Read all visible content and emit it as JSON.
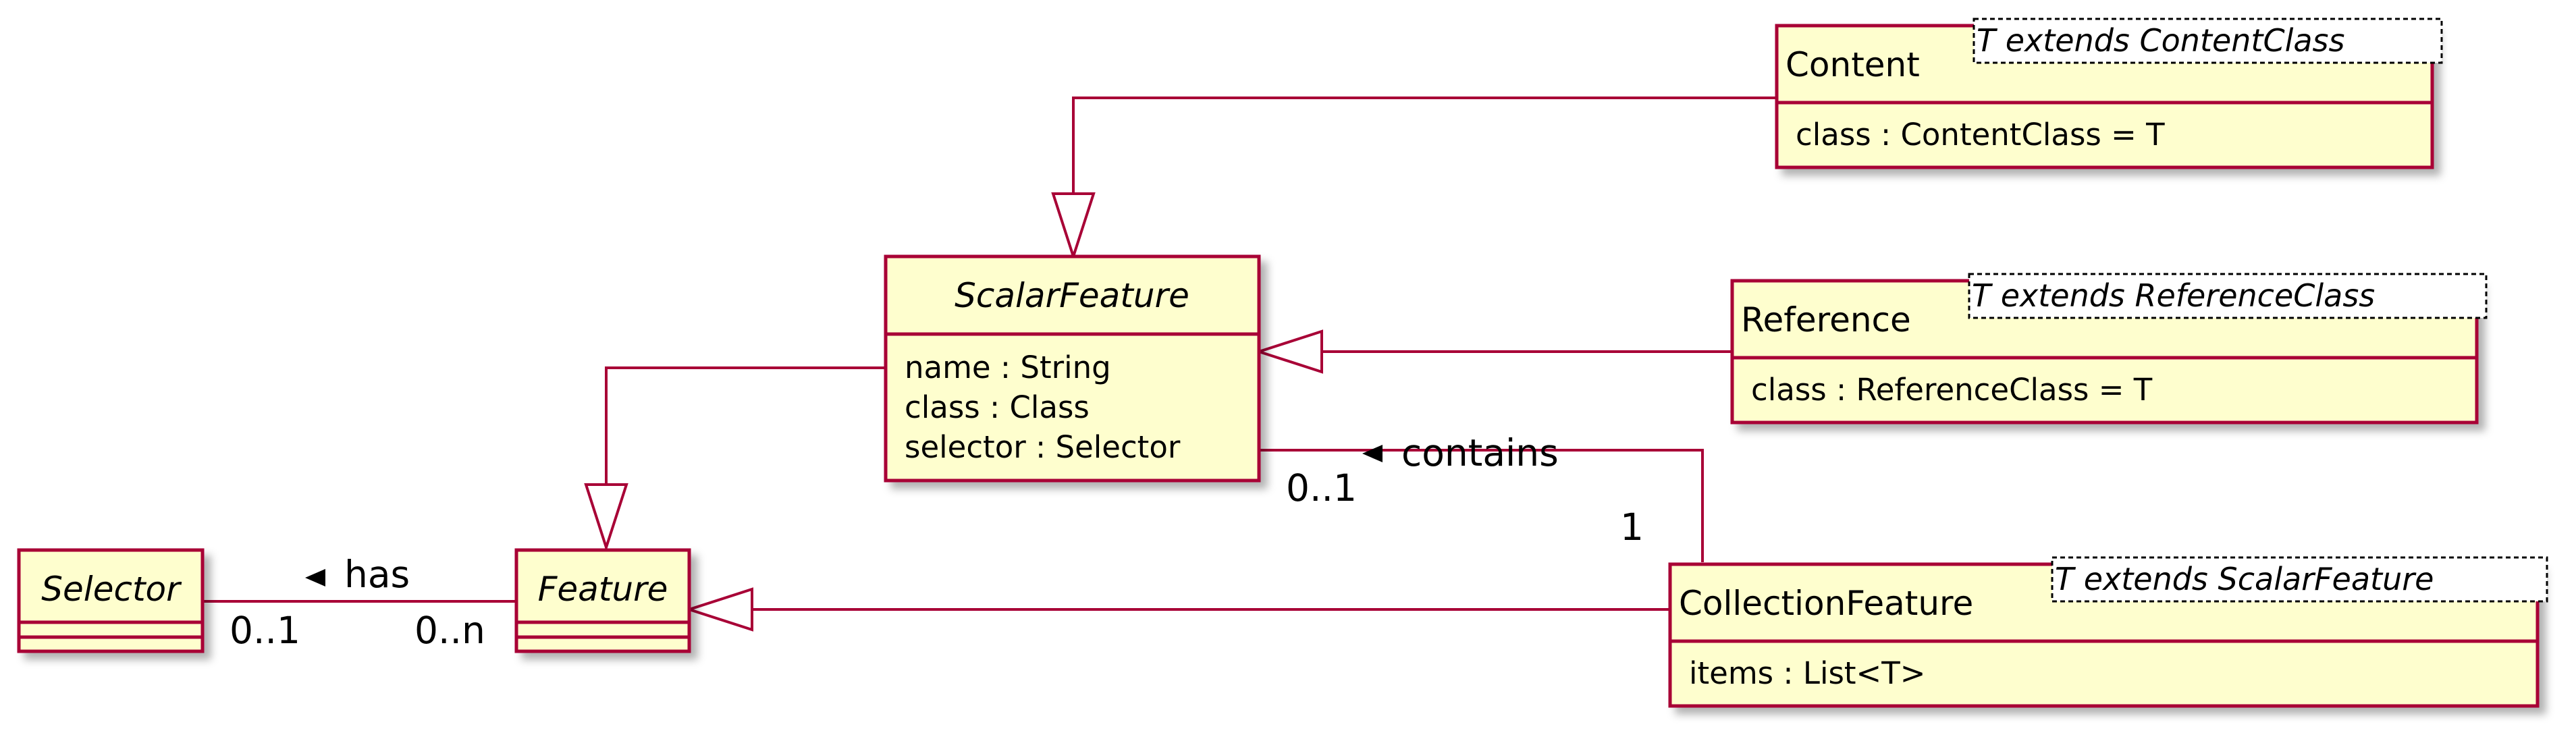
{
  "classes": {
    "content": {
      "name": "Content",
      "template": "T extends ContentClass",
      "attributes": [
        "class : ContentClass = T"
      ]
    },
    "scalar_feature": {
      "name": "ScalarFeature",
      "abstract": true,
      "attributes": [
        "name : String",
        "class : Class",
        "selector : Selector"
      ]
    },
    "reference": {
      "name": "Reference",
      "template": "T extends ReferenceClass",
      "attributes": [
        "class : ReferenceClass = T"
      ]
    },
    "selector": {
      "name": "Selector",
      "abstract": true,
      "attributes": []
    },
    "feature": {
      "name": "Feature",
      "abstract": true,
      "attributes": []
    },
    "collection_feature": {
      "name": "CollectionFeature",
      "template": "T extends ScalarFeature",
      "attributes": [
        "items : List<T>"
      ]
    }
  },
  "relations": {
    "contains": {
      "label": "contains",
      "from": "CollectionFeature",
      "to": "ScalarFeature",
      "mult_near": "0..1",
      "mult_far": "1"
    },
    "has": {
      "label": "has",
      "from": "Feature",
      "to": "Selector",
      "mult_selector": "0..1",
      "mult_feature": "0..n"
    },
    "inheritance": [
      {
        "child": "Content",
        "parent": "ScalarFeature"
      },
      {
        "child": "Reference",
        "parent": "ScalarFeature"
      },
      {
        "child": "ScalarFeature",
        "parent": "Feature"
      },
      {
        "child": "CollectionFeature",
        "parent": "Feature"
      }
    ]
  },
  "colors": {
    "class_fill": "#FEFECE",
    "border": "#A80036",
    "text": "#000000"
  }
}
